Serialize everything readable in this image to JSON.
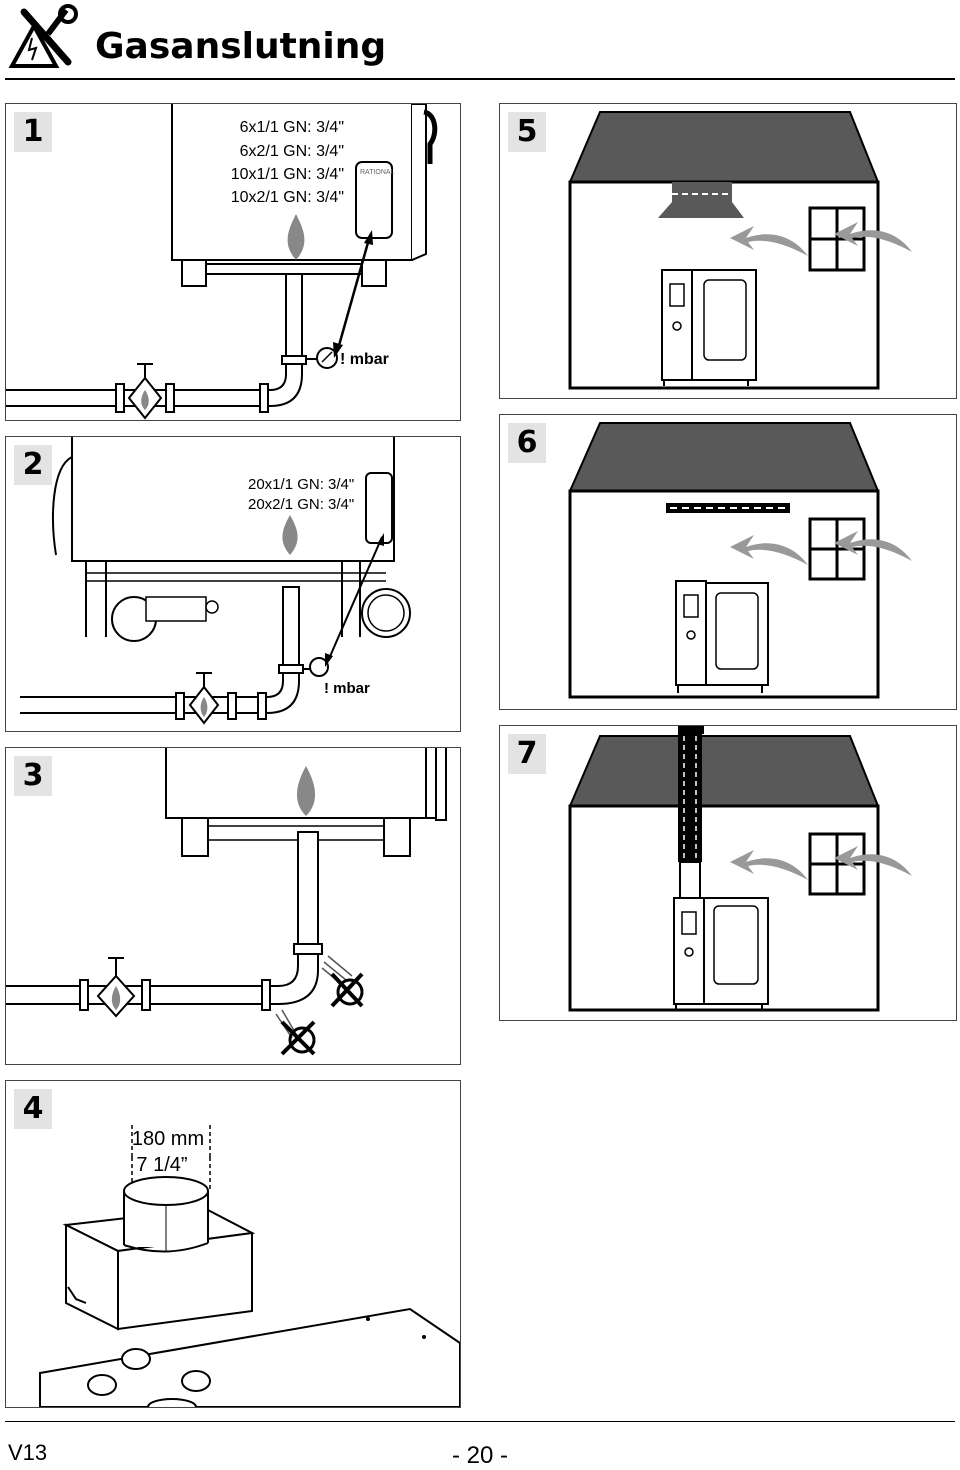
{
  "header": {
    "title": "Gasanslutning"
  },
  "panels": [
    {
      "number": "1",
      "lines": [
        "6x1/1 GN: 3/4\"",
        "6x2/1 GN: 3/4\"",
        "10x1/1 GN: 3/4\"",
        "10x2/1 GN: 3/4\""
      ],
      "brand": "RATIONAL",
      "pressure": "! mbar"
    },
    {
      "number": "2",
      "lines": [
        "20x1/1 GN: 3/4\"",
        "20x2/1 GN: 3/4\""
      ],
      "pressure": "! mbar"
    },
    {
      "number": "3"
    },
    {
      "number": "4",
      "dimension_mm": "180 mm",
      "dimension_in": "7 1/4”"
    },
    {
      "number": "5"
    },
    {
      "number": "6"
    },
    {
      "number": "7"
    }
  ],
  "footer": {
    "version": "V13",
    "page": "- 20 -"
  },
  "colors": {
    "roof": "#595959",
    "panel_bg": "#ffffff",
    "label_bg": "#e3e3e3",
    "flame": "#888888"
  },
  "icons": [
    "warning-tools-icon",
    "flame-icon",
    "gas-valve-icon",
    "pressure-gauge-icon",
    "airflow-arrow-icon",
    "window-icon",
    "oven-icon",
    "crossed-out-icon"
  ]
}
